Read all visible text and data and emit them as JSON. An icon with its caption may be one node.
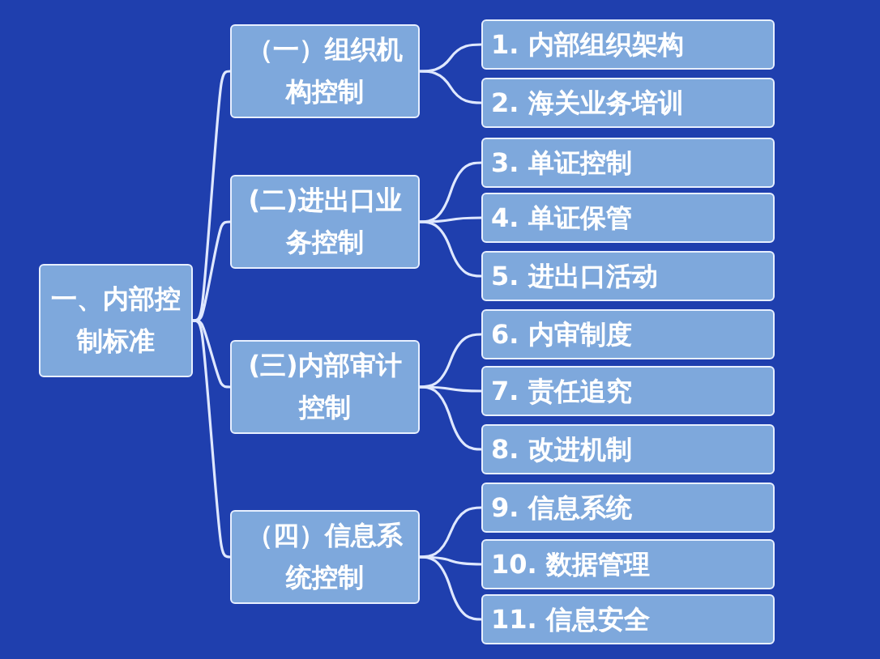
{
  "diagram": {
    "nodes": [
      {
        "text": [
          "一、内部控制标准"
        ]
      },
      {
        "text": [
          "（一）组织机构控制"
        ]
      },
      {
        "text": [
          "1. 内部组织架构"
        ]
      },
      {
        "text": [
          "2. 海关业务培训"
        ]
      },
      {
        "text": [
          "(二)进出口业务控制"
        ]
      },
      {
        "text": [
          "3. 单证控制"
        ]
      },
      {
        "text": [
          "4. 单证保管"
        ]
      },
      {
        "text": [
          "5. 进出口活动"
        ]
      },
      {
        "text": [
          "(三)内部审计控制"
        ]
      },
      {
        "text": [
          "6. 内审制度"
        ]
      },
      {
        "text": [
          "7. 责任追究"
        ]
      },
      {
        "text": [
          "8. 改进机制"
        ]
      },
      {
        "text": [
          "（四）信息系统控制"
        ]
      },
      {
        "text": [
          "9. 信息系统"
        ]
      },
      {
        "text": [
          "10. 数据管理"
        ]
      },
      {
        "text": [
          "11. 信息安全"
        ]
      }
    ],
    "edges": [
      {
        "from": 0,
        "to": 1,
        "arrow": "none"
      },
      {
        "from": 0,
        "to": 4,
        "arrow": "none"
      },
      {
        "from": 0,
        "to": 8,
        "arrow": "none"
      },
      {
        "from": 0,
        "to": 12,
        "arrow": "none"
      },
      {
        "from": 1,
        "to": 2,
        "arrow": "none"
      },
      {
        "from": 1,
        "to": 3,
        "arrow": "none"
      },
      {
        "from": 4,
        "to": 5,
        "arrow": "none"
      },
      {
        "from": 4,
        "to": 6,
        "arrow": "none"
      },
      {
        "from": 4,
        "to": 7,
        "arrow": "none"
      },
      {
        "from": 8,
        "to": 9,
        "arrow": "none"
      },
      {
        "from": 8,
        "to": 10,
        "arrow": "none"
      },
      {
        "from": 8,
        "to": 11,
        "arrow": "none"
      },
      {
        "from": 12,
        "to": 13,
        "arrow": "none"
      },
      {
        "from": 12,
        "to": 14,
        "arrow": "none"
      },
      {
        "from": 12,
        "to": 15,
        "arrow": "none"
      }
    ]
  }
}
